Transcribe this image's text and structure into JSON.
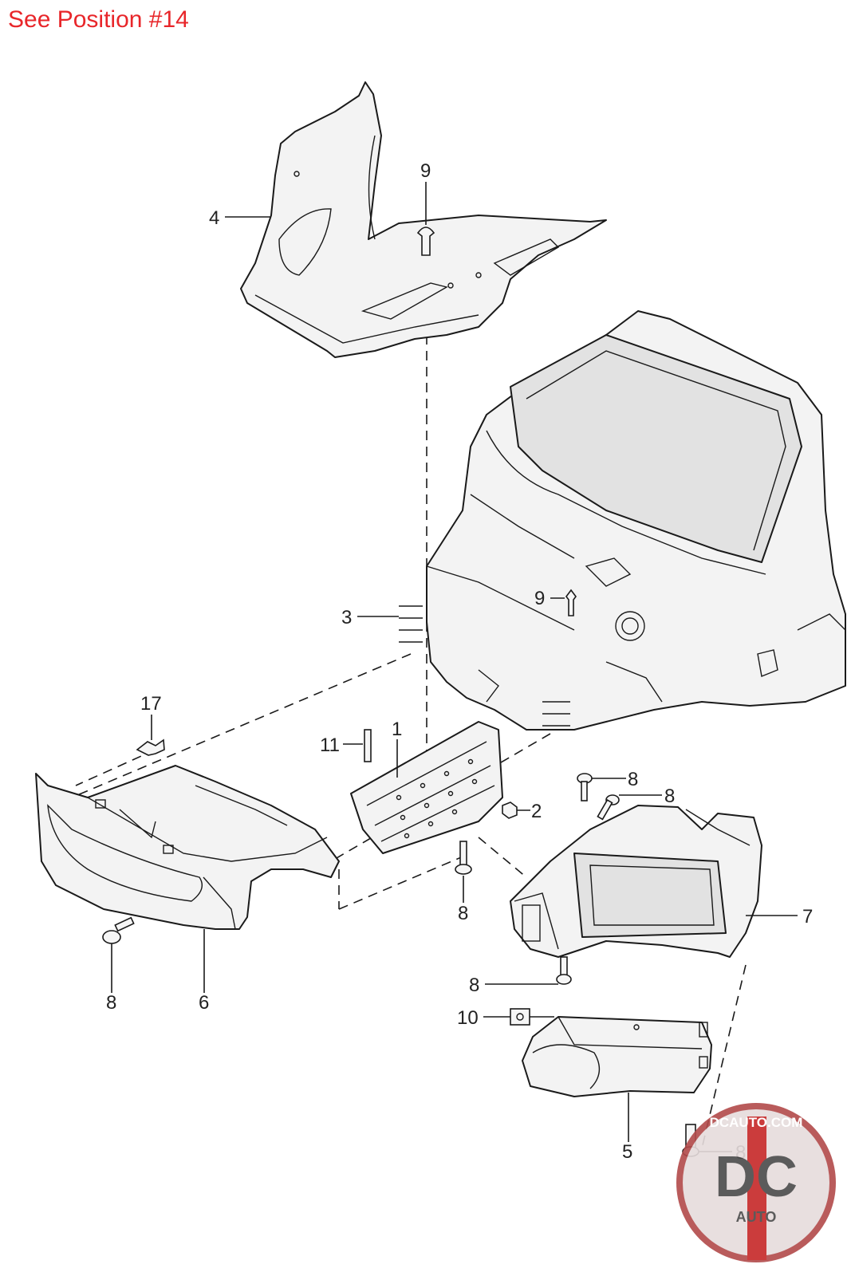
{
  "header": {
    "note": "See Position #14"
  },
  "callouts": {
    "c4": "4",
    "c9a": "9",
    "c3": "3",
    "c9b": "9",
    "c17": "17",
    "c11": "11",
    "c1": "1",
    "c2": "2",
    "c8a": "8",
    "c8b": "8",
    "c8c": "8",
    "c7": "7",
    "c8d": "8",
    "c8e": "8",
    "c6": "6",
    "c10": "10",
    "c5": "5",
    "c8f": "8"
  },
  "watermark": {
    "site": "DCAUTO.COM",
    "mark": "DC",
    "sub": "AUTO",
    "colors": {
      "ring": "#b24a4a",
      "stripe": "#c62828",
      "letters": "#4a4a4a"
    }
  },
  "colors": {
    "header": "#e8262a",
    "lines": "#1a1a1a"
  }
}
